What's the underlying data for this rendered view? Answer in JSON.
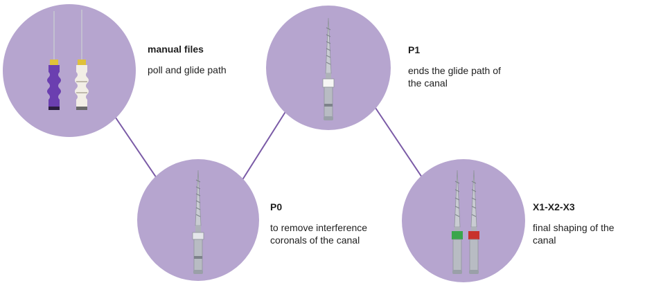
{
  "colors": {
    "bubble": "#b6a5cf",
    "line": "#7a5aa6",
    "text": "#1e1e1e",
    "metal": "#c9ccd2",
    "purple_handle": "#6b3fb0",
    "white_handle": "#f2eee6",
    "yellow_cap": "#e0c13a",
    "green_ring": "#3aa64b",
    "red_ring": "#c8322c"
  },
  "steps": [
    {
      "id": "manual",
      "title": "manual files",
      "desc": "poll and glide path",
      "tool_icon": "manual-files-icon"
    },
    {
      "id": "p0",
      "title": "P0",
      "desc": "to remove interference coronals of the canal",
      "tool_icon": "p0-file-icon"
    },
    {
      "id": "p1",
      "title": "P1",
      "desc": "ends the glide path of the canal",
      "tool_icon": "p1-file-icon"
    },
    {
      "id": "x",
      "title": "X1-X2-X3",
      "desc": "final shaping of the canal",
      "tool_icon": "x-files-icon"
    }
  ]
}
